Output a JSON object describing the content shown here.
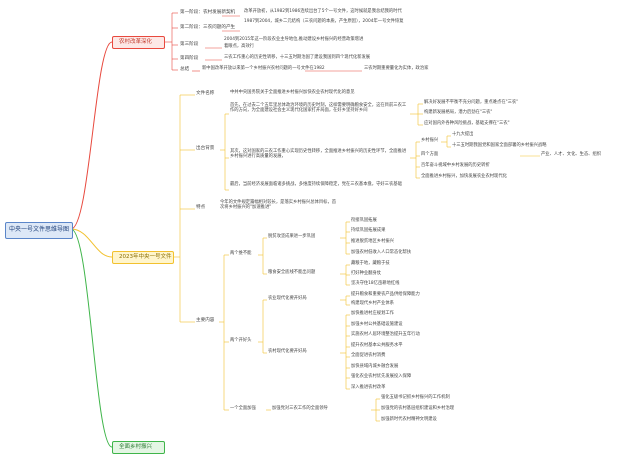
{
  "root": "中央一号文件思维导图",
  "branches": {
    "red": "农村改革深化",
    "yellow": "2023年中央一号文件",
    "green": "全面乡村振兴"
  },
  "history": {
    "stage1_label": "第一阶段：农村发展新契机",
    "stage1_text": "改革开放初，从1982到1986连续出台了5个一号文件，这时候就是我总结我的时代",
    "stage2_label": "第二阶段：三农问题的产生",
    "stage2_text": "1987到2004，城乡二元结构（三农问题的本质，产生原因），2004年一号文件恢复",
    "stage3_label": "第三阶段",
    "stage3_text": "2004到2015年这一阶段农业主导地位,推动建设乡村振兴的经营政策增进",
    "stage3_text2": "着眼点，高效行",
    "stage4_label": "第四阶段",
    "stage4_text": "三农工作重心的历史性转移，十三五时期治国了建设我国到四个现代化新发展",
    "summary_label": "总结",
    "summary_text": "新中国改革开放以来第一个乡村振兴农村问题的一号文件在1982",
    "summary_tail": "三农时期重要量化为实体，政治家"
  },
  "doc": {
    "name_label": "文件名称",
    "name_text": "中共中央国务院关于全面推进乡村振兴加快农业农村现代化的意见",
    "bg_label": "出台背景",
    "bg1": "首先，在过去二个五年里总体政治环境的历史时刻，这样需要明确粮食安全，这在目前三农工作的方向，为全面建设社会主义现代化国家打开局面，在好乡里持好乡间",
    "bg2": "其次，这对国家的三农工作重心实现历史性转移，全面推进乡村振兴的历史性环节，全面推进乡村振兴进行高质量的发展，",
    "bg3": "最后，当前经济发展面临诸多挑战，多维度持续保障稳定，党在三农基本盘，守好三农基础",
    "bg1_r1": "解决好发展不平衡不充分问题，重点难点在\"三农\"",
    "bg1_r2": "构建新发展格局，潜力后劲在\"三农\"",
    "bg1_r3": "应对国内外各种风险挑战，基础支撑在\"三农\"",
    "bg2_r_head": "乡村振兴",
    "bg2_r_a": "十九大提出",
    "bg2_r_b": "十三五时期我国党和国家全面部署的乡村振兴战略",
    "bg2_r_c": "四个方面",
    "bg2_r_c_detail": "产业、人才、文化、生态、组织",
    "bg2_r_d": "百年奋斗视域中乡村发展的历史转折",
    "bg2_r_e": "全面推进乡村振兴，加快发展农业农村现代化",
    "bg2_r_f": "全面推进乡村振兴",
    "feat_label": "特点",
    "feat_text": "今年的文件规定篇幅相对较长，是落实乡村振兴总体目标，首次将乡村振兴的\"加速推进\"",
    "content_label": "主要内容",
    "must1": "两个维不能",
    "must1_a": "脱贫攻坚成果进一步巩固",
    "must1_a1": "衔接巩固拓展",
    "must1_a2": "持续巩固拓展成果",
    "must1_a3": "推进脱贫地区乡村振兴",
    "must1_a4": "加强农村低收入人口常态化帮扶",
    "must1_b": "粮食安全底线不能出问题",
    "must1_b1": "藏粮于地，藏粮于技",
    "must1_b2": "打好种业翻身仗",
    "must1_b3": "坚决守住18亿亩耕地红线",
    "must2": "两个开好头",
    "must2_a": "农业现代化要开好局",
    "must2_a1": "提升粮食和重要农产品供给保障能力",
    "must2_a2": "构建现代乡村产业体系",
    "must2_b": "农村现代化要开好局",
    "must2_b1": "加快推进村庄规划工作",
    "must2_b2": "加强乡村公共基础设施建设",
    "must2_b3": "实施农村人居环境整治提升五年行动",
    "must2_b4": "提升农村基本公共服务水平",
    "must2_b5": "全面促进农村消费",
    "must2_b6": "加快县域内城乡融合发展",
    "must2_b7": "强化农业农村优先发展投入保障",
    "must2_b8": "深入推进农村改革",
    "strong": "一个全面加强",
    "strong_a": "加强党对三农工作的全面领导",
    "strong_a1": "强化五级书记抓乡村振兴的工作机制",
    "strong_a2": "加强党的农村基层组织建设和乡村治理",
    "strong_a3": "加强新时代农村精神文明建设"
  }
}
